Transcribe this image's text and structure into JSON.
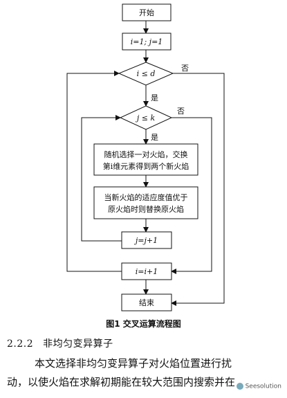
{
  "nodes": {
    "start": "开始",
    "init": "i=1; j=1",
    "cond_i": "i ≤ d",
    "cond_j": "j ≤ k",
    "select_line1": "随机选择一对火焰，交换",
    "select_line2": "第i维元素得到两个新火焰",
    "replace_line1": "当新火焰的适应度值优于",
    "replace_line2": "原火焰时则替换原火焰",
    "incr_j": "j=j+1",
    "incr_i": "i=i+1",
    "end": "结束"
  },
  "labels": {
    "yes": "是",
    "no": "否"
  },
  "caption": "图1   交叉运算流程图",
  "section": {
    "number": "2.2.2",
    "title": "非均匀变异算子"
  },
  "paragraph": {
    "line1": "本文选择非均匀变异算子对火焰位置进行扰",
    "line2": "动，以使火焰在求解初期能在较大范围内搜索并在"
  },
  "watermark": "Seesolution"
}
